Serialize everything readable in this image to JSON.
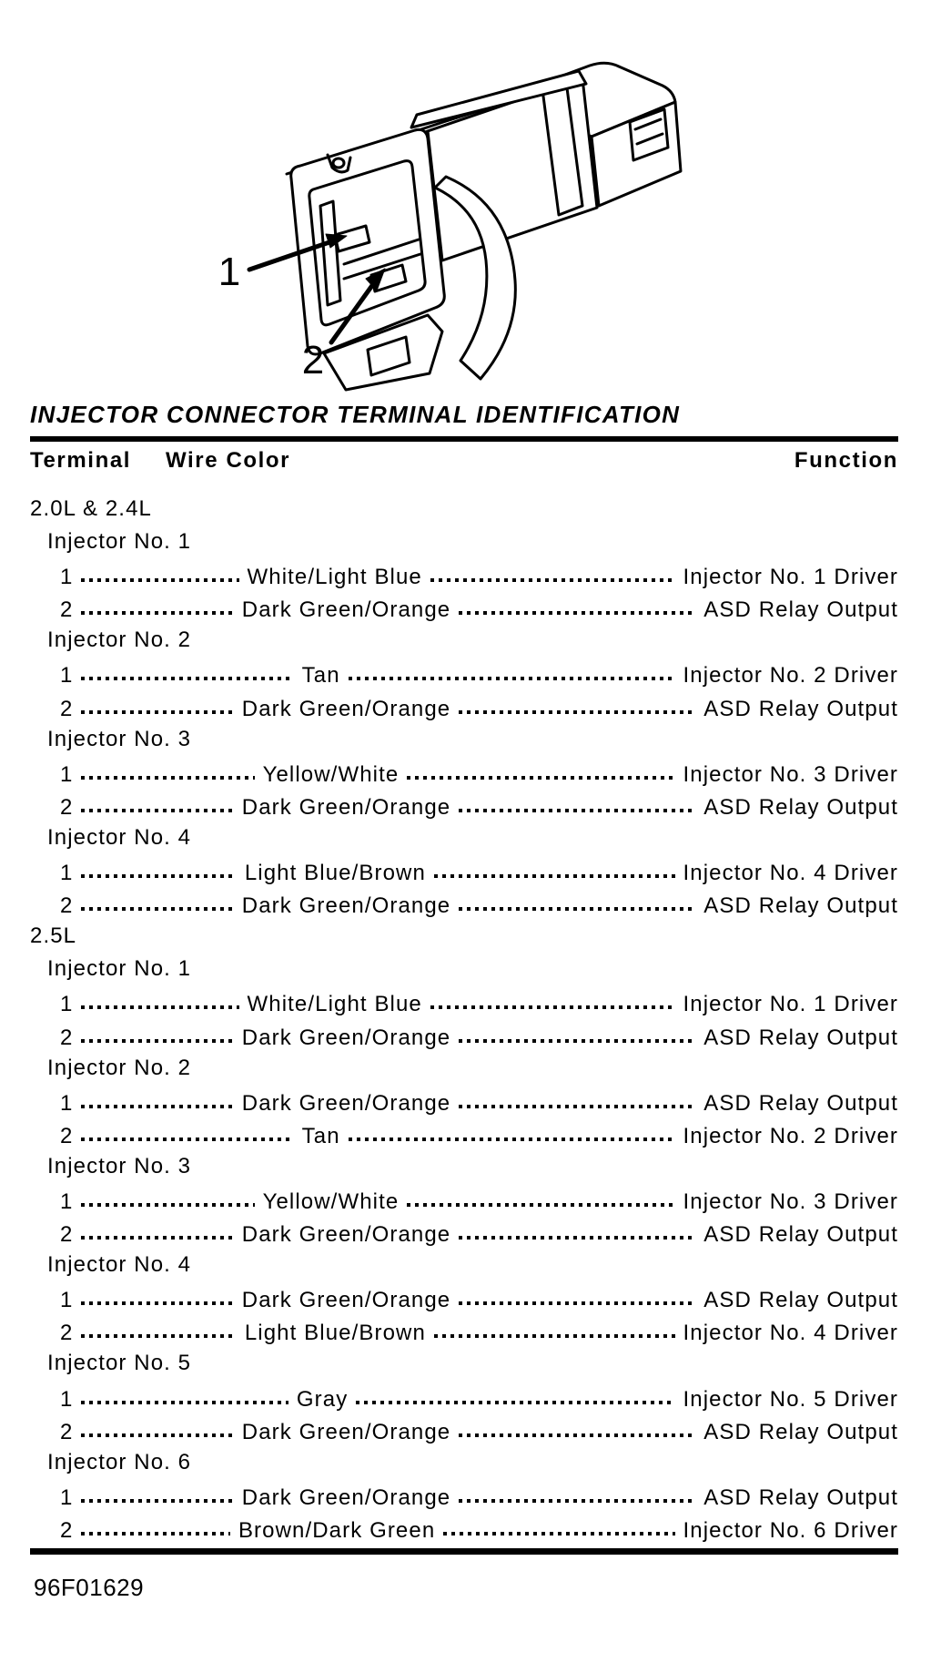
{
  "figure": {
    "callouts": [
      {
        "label": "1"
      },
      {
        "label": "2"
      }
    ]
  },
  "title": "INJECTOR CONNECTOR TERMINAL IDENTIFICATION",
  "columns": {
    "terminal": "Terminal",
    "wire_color": "Wire Color",
    "function": "Function"
  },
  "sections": [
    {
      "engine": "2.0L & 2.4L",
      "injectors": [
        {
          "name": "Injector No. 1",
          "rows": [
            {
              "terminal": "1",
              "wire_color": "White/Light Blue",
              "function": "Injector No. 1 Driver"
            },
            {
              "terminal": "2",
              "wire_color": "Dark Green/Orange",
              "function": "ASD Relay Output"
            }
          ]
        },
        {
          "name": "Injector No. 2",
          "rows": [
            {
              "terminal": "1",
              "wire_color": "Tan",
              "function": "Injector No. 2 Driver"
            },
            {
              "terminal": "2",
              "wire_color": "Dark Green/Orange",
              "function": "ASD Relay Output"
            }
          ]
        },
        {
          "name": "Injector No. 3",
          "rows": [
            {
              "terminal": "1",
              "wire_color": "Yellow/White",
              "function": "Injector No. 3 Driver"
            },
            {
              "terminal": "2",
              "wire_color": "Dark Green/Orange",
              "function": "ASD Relay Output"
            }
          ]
        },
        {
          "name": "Injector No. 4",
          "rows": [
            {
              "terminal": "1",
              "wire_color": "Light Blue/Brown",
              "function": "Injector No. 4 Driver"
            },
            {
              "terminal": "2",
              "wire_color": "Dark Green/Orange",
              "function": "ASD Relay Output"
            }
          ]
        }
      ]
    },
    {
      "engine": "2.5L",
      "injectors": [
        {
          "name": "Injector No. 1",
          "rows": [
            {
              "terminal": "1",
              "wire_color": "White/Light Blue",
              "function": "Injector No. 1 Driver"
            },
            {
              "terminal": "2",
              "wire_color": "Dark Green/Orange",
              "function": "ASD Relay Output"
            }
          ]
        },
        {
          "name": "Injector No. 2",
          "rows": [
            {
              "terminal": "1",
              "wire_color": "Dark Green/Orange",
              "function": "ASD Relay Output"
            },
            {
              "terminal": "2",
              "wire_color": "Tan",
              "function": "Injector No. 2 Driver"
            }
          ]
        },
        {
          "name": "Injector No. 3",
          "rows": [
            {
              "terminal": "1",
              "wire_color": "Yellow/White",
              "function": "Injector No. 3 Driver"
            },
            {
              "terminal": "2",
              "wire_color": "Dark Green/Orange",
              "function": "ASD Relay Output"
            }
          ]
        },
        {
          "name": "Injector No. 4",
          "rows": [
            {
              "terminal": "1",
              "wire_color": "Dark Green/Orange",
              "function": "ASD Relay Output"
            },
            {
              "terminal": "2",
              "wire_color": "Light Blue/Brown",
              "function": "Injector No. 4 Driver"
            }
          ]
        },
        {
          "name": "Injector No. 5",
          "rows": [
            {
              "terminal": "1",
              "wire_color": "Gray",
              "function": "Injector No. 5 Driver"
            },
            {
              "terminal": "2",
              "wire_color": "Dark Green/Orange",
              "function": "ASD Relay Output"
            }
          ]
        },
        {
          "name": "Injector No. 6",
          "rows": [
            {
              "terminal": "1",
              "wire_color": "Dark Green/Orange",
              "function": "ASD Relay Output"
            },
            {
              "terminal": "2",
              "wire_color": "Brown/Dark Green",
              "function": "Injector No. 6 Driver"
            }
          ]
        }
      ]
    }
  ],
  "figure_code": "96F01629"
}
